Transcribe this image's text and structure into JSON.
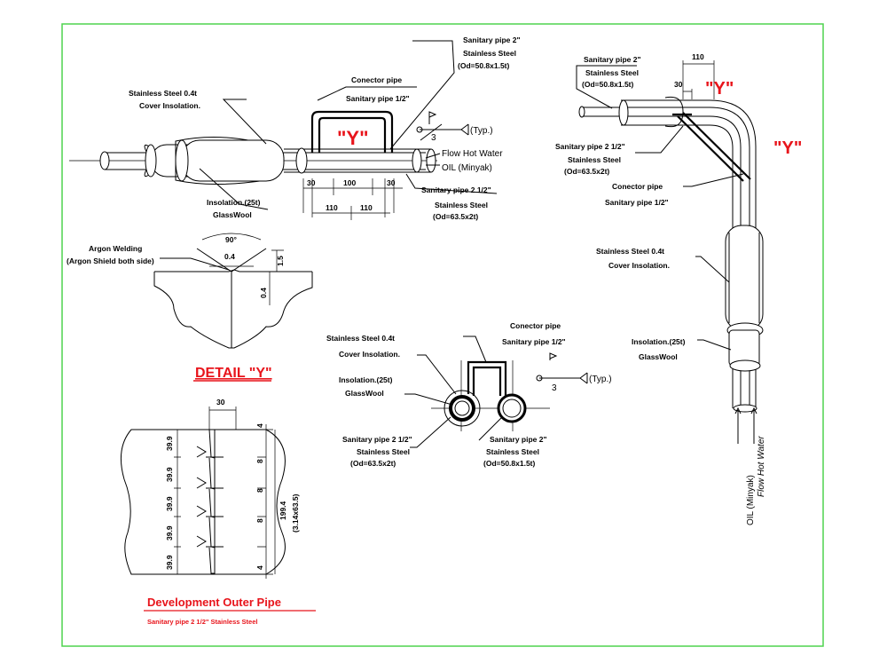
{
  "colors": {
    "frame": "#4fd34f",
    "accent": "#e8141b",
    "ink": "#000000"
  },
  "top": {
    "outer_pipe_2": "Sanitary pipe 2\"",
    "ss_spec_2": "Stainless Steel",
    "od_2": "(Od=50.8x1.5t)",
    "connector_title": "Conector pipe",
    "connector_spec": "Sanitary pipe  1/2\"",
    "cover_title": "Stainless Steel 0.4t",
    "cover_sub": "Cover Insolation.",
    "y_mark": "\"Y\"",
    "typ": "(Typ.)",
    "weld_num": "3",
    "flow": "Flow Hot Water",
    "oil": "OIL (Minyak)",
    "d30a": "30",
    "d100": "100",
    "d30b": "30",
    "d110a": "110",
    "d110b": "110",
    "ins_title": "Insolation.(25t)",
    "ins_sub": "GlassWool",
    "pipe25_title": "Sanitary pipe 2 1/2\"",
    "pipe25_ss": "Stainless Steel",
    "pipe25_od": "(Od=63.5x2t)"
  },
  "right": {
    "pipe2_title": "Sanitary pipe 2\"",
    "pipe2_ss": "Stainless Steel",
    "pipe2_od": "(Od=50.8x1.5t)",
    "d110": "110",
    "d30": "30",
    "y1": "\"Y\"",
    "y2": "\"Y\"",
    "pipe25_title": "Sanitary pipe 2 1/2\"",
    "pipe25_ss": "Stainless Steel",
    "pipe25_od": "(Od=63.5x2t)",
    "conn_title": "Conector pipe",
    "conn_spec": "Sanitary pipe  1/2\"",
    "cover_title": "Stainless Steel 0.4t",
    "cover_sub": "Cover Insolation.",
    "ins_title": "Insolation.(25t)",
    "ins_sub": "GlassWool",
    "oil": "OIL (Minyak)",
    "flow": "Flow Hot Water"
  },
  "detail": {
    "title": "Argon Welding",
    "sub": "(Argon Shield both side)",
    "angle": "90°",
    "gap": "0.4",
    "dim_right": "1.5",
    "dim_vert": "0.4",
    "label": "DETAIL \"Y\""
  },
  "section": {
    "cover_title": "Stainless Steel 0.4t",
    "cover_sub": "Cover Insolation.",
    "ins_title": "Insolation.(25t)",
    "ins_sub": "GlassWool",
    "conn_title": "Conector pipe",
    "conn_spec": "Sanitary pipe  1/2\"",
    "typ": "(Typ.)",
    "weld_num": "3",
    "pipe25_title": "Sanitary pipe 2 1/2\"",
    "pipe25_ss": "Stainless Steel",
    "pipe25_od": "(Od=63.5x2t)",
    "pipe2_title": "Sanitary pipe 2\"",
    "pipe2_ss": "Stainless Steel",
    "pipe2_od": "(Od=50.8x1.5t)"
  },
  "dev": {
    "top_dim": "30",
    "left_dims": [
      "39.9",
      "39.9",
      "39.9",
      "39.9",
      "39.9"
    ],
    "right_small": [
      "4",
      "8",
      "8",
      "8",
      "4"
    ],
    "total": "199.4",
    "pi": "(3.14x63.5)",
    "title": "Development Outer Pipe",
    "sub": "Sanitary pipe 2 1/2\" Stainless Steel"
  }
}
